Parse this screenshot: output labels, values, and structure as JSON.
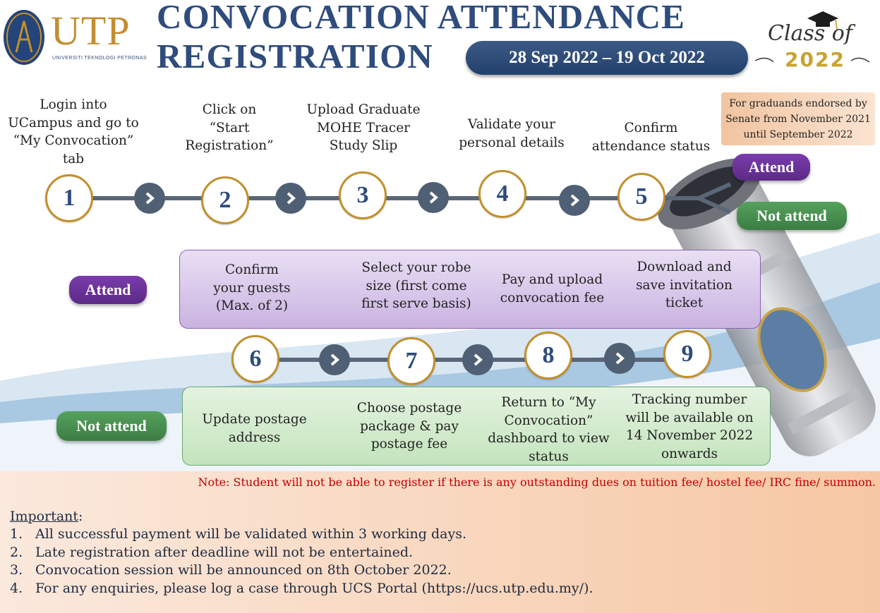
{
  "logo": {
    "name": "UTP",
    "subtitle": "UNIVERSITI TEKNOLOGI PETRONAS"
  },
  "title": {
    "line1": "CONVOCATION ATTENDANCE",
    "line2": "REGISTRATION"
  },
  "date_range": "28 Sep 2022 – 19 Oct 2022",
  "class_badge": {
    "line1": "Class of",
    "year": "2022"
  },
  "senate_note": "For graduands endorsed by\nSenate from November 2021\nuntil September 2022",
  "steps": [
    {
      "number": "1",
      "label": "Login into\nUCampus and go to\n“My Convocation”\ntab"
    },
    {
      "number": "2",
      "label": "Click on\n“Start\nRegistration”"
    },
    {
      "number": "3",
      "label": "Upload Graduate\nMOHE Tracer\nStudy Slip"
    },
    {
      "number": "4",
      "label": "Validate your\npersonal details"
    },
    {
      "number": "5",
      "label": "Confirm\nattendance status"
    }
  ],
  "choices": {
    "attend": "Attend",
    "not_attend": "Not attend"
  },
  "attend_steps": [
    {
      "number": "6",
      "label": "Confirm\nyour guests\n(Max. of 2)"
    },
    {
      "number": "7",
      "label": "Select your robe\nsize (first come\nfirst serve basis)"
    },
    {
      "number": "8",
      "label": "Pay and upload\nconvocation fee"
    },
    {
      "number": "9",
      "label": "Download and\nsave invitation\nticket"
    }
  ],
  "not_attend_steps": [
    {
      "label": "Update postage\naddress"
    },
    {
      "label": "Choose postage\npackage & pay\npostage fee"
    },
    {
      "label": "Return to “My\nConvocation”\ndashboard to view\nstatus"
    },
    {
      "label": "Tracking number\nwill be available on\n14 November 2022\nonwards"
    }
  ],
  "note": "Note: Student will not be able to register if there is any outstanding dues on tuition fee/ hostel fee/ IRC fine/ summon.",
  "important": {
    "title": "Important",
    "items": [
      {
        "num": "1.",
        "text": "All successful payment will be validated within 3 working days."
      },
      {
        "num": "2.",
        "text": "Late registration after deadline will not be entertained."
      },
      {
        "num": "3.",
        "text": "Convocation session will be announced on 8th October 2022."
      },
      {
        "num": "4.",
        "text": "For any enquiries, please log a case through UCS Portal (https://ucs.utp.edu.my/)."
      }
    ]
  },
  "colors": {
    "title_blue": "#2e4c7c",
    "gold": "#c28f2c",
    "note_red": "#c00000",
    "attend_purple": "#6a3298",
    "not_attend_green": "#479050"
  }
}
